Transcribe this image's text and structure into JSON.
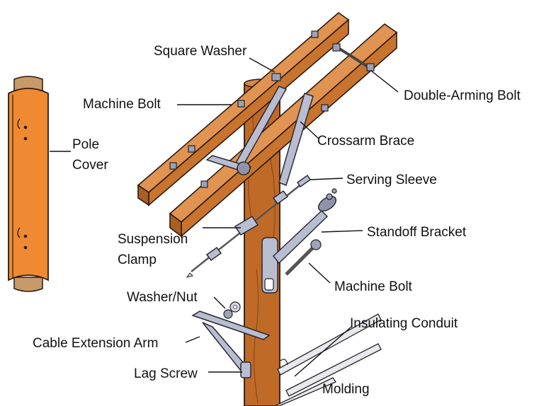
{
  "labels": {
    "square_washer": "Square Washer",
    "machine_bolt_top": "Machine Bolt",
    "double_arming_bolt": "Double-Arming Bolt",
    "pole_cover_line1": "Pole",
    "pole_cover_line2": "Cover",
    "crossarm_brace": "Crossarm Brace",
    "serving_sleeve": "Serving Sleeve",
    "suspension_clamp_line1": "Suspension",
    "suspension_clamp_line2": "Clamp",
    "standoff_bracket": "Standoff Bracket",
    "machine_bolt_lower": "Machine Bolt",
    "washer_nut": "Washer/Nut",
    "insulating_conduit": "Insulating Conduit",
    "cable_extension_arm": "Cable Extension Arm",
    "lag_screw": "Lag Screw",
    "molding": "Molding"
  },
  "colors": {
    "wood": "#c8742e",
    "pole_cover": "#ef8a33",
    "metal": "#b9bdd0"
  }
}
